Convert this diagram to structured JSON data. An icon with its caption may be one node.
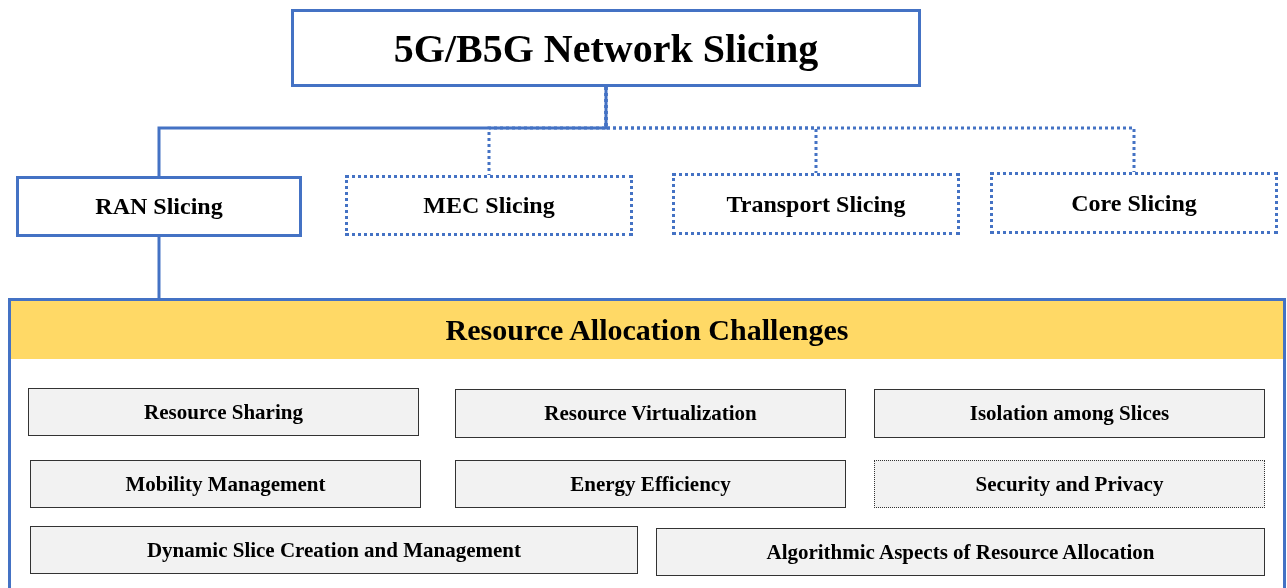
{
  "diagram": {
    "nodes": [
      {
        "text": [
          "5G/B5G Network Slicing"
        ]
      },
      {
        "text": [
          "RAN Slicing"
        ]
      },
      {
        "text": [
          "MEC Slicing"
        ]
      },
      {
        "text": [
          "Transport Slicing"
        ]
      },
      {
        "text": [
          "Core Slicing"
        ]
      },
      {
        "text": [
          "Resource Allocation Challenges"
        ]
      },
      {
        "text": [
          "Resource Sharing"
        ],
        "in": 5
      },
      {
        "text": [
          "Resource Virtualization"
        ],
        "in": 5
      },
      {
        "text": [
          "Isolation among Slices"
        ],
        "in": 5
      },
      {
        "text": [
          "Mobility Management"
        ],
        "in": 5
      },
      {
        "text": [
          "Energy Efficiency"
        ],
        "in": 5
      },
      {
        "text": [
          "Security and Privacy"
        ],
        "in": 5
      },
      {
        "text": [
          "Dynamic Slice Creation and Management"
        ],
        "in": 5
      },
      {
        "text": [
          "Algorithmic Aspects of Resource Allocation"
        ],
        "in": 5
      }
    ],
    "edges": [
      {
        "from": 0,
        "to": 2,
        "arrow": "none",
        "style": "dashed"
      },
      {
        "from": 0,
        "to": 3,
        "arrow": "none",
        "style": "dashed"
      },
      {
        "from": 0,
        "to": 4,
        "arrow": "none",
        "style": "dashed"
      },
      {
        "from": 0,
        "to": 1,
        "arrow": "none"
      },
      {
        "from": 1,
        "to": 5,
        "arrow": "none"
      }
    ]
  }
}
